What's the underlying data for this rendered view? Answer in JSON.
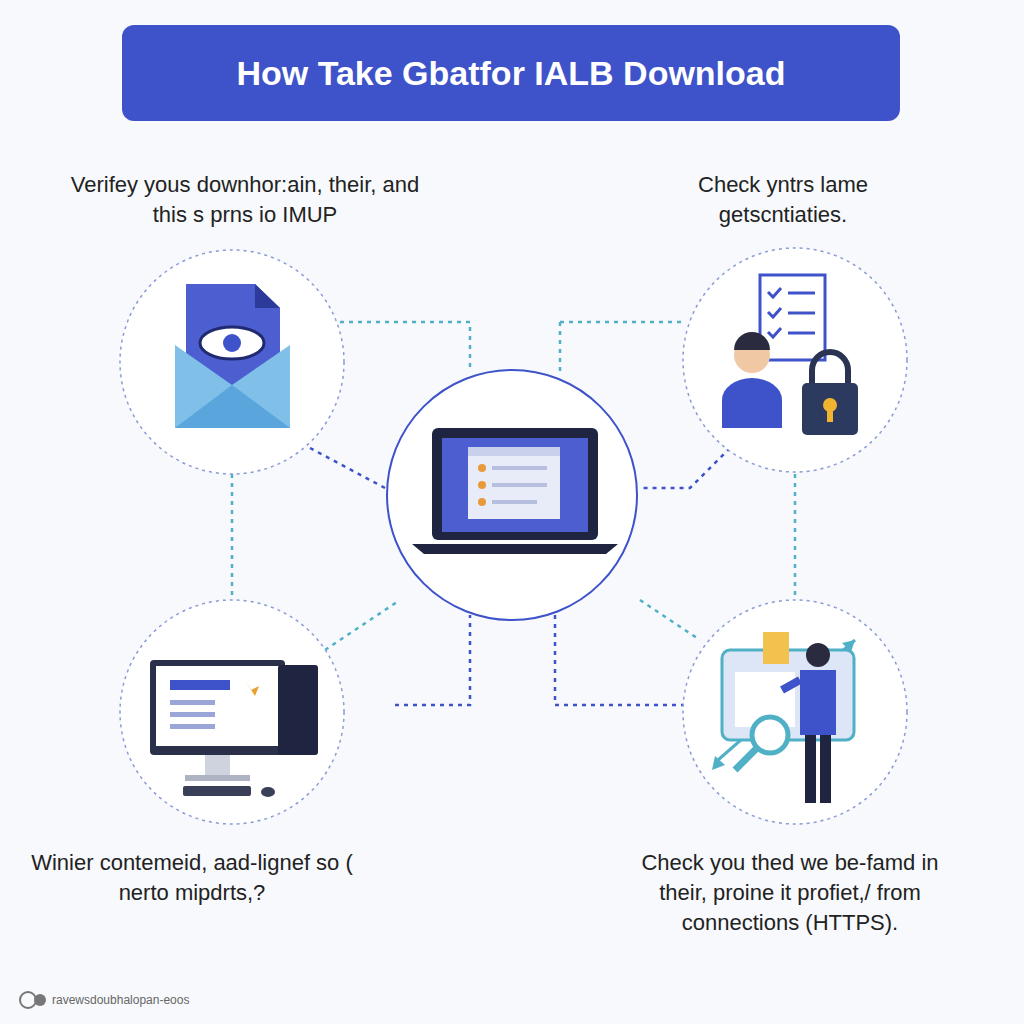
{
  "diagram": {
    "title": "How Take Gbatfor IALB Download",
    "nodes": [
      {
        "text": [
          "Verifey yous downhor:ain, their, and this s prns io IMUP"
        ]
      },
      {
        "text": [
          "Check yntrs lame getscntiaties."
        ]
      },
      {
        "text": [
          "Winier contemeid, aad-lignef so ( nerto mipdrts,?"
        ]
      },
      {
        "text": [
          "Check you thed we be-famd in their, proine it profiet,/ from connections (HTTPS)."
        ]
      }
    ],
    "labels": [
      "ravewsdoubhalopan-eoos"
    ]
  }
}
